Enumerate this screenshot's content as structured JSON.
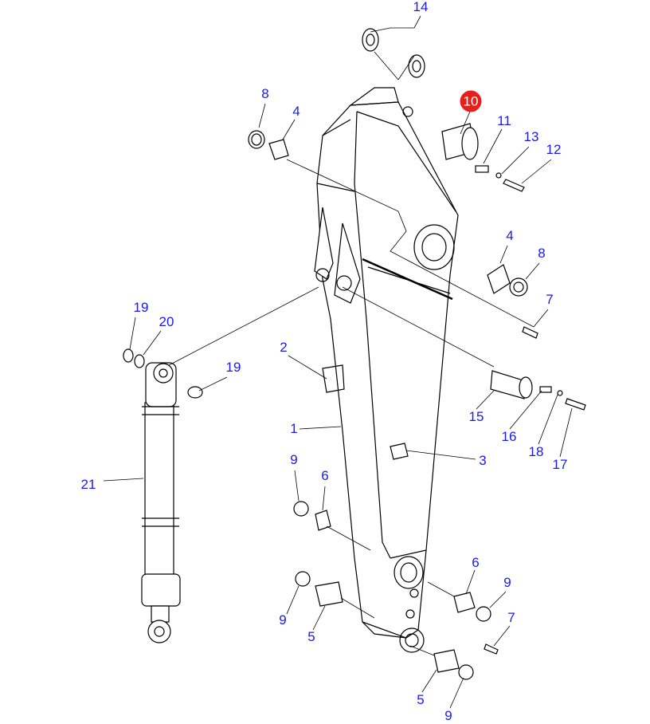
{
  "diagram": {
    "colors": {
      "label": "#1a1aee",
      "highlight": "#e8201c",
      "line": "#000000"
    },
    "highlighted_part": "10",
    "callouts": [
      {
        "id": "c14a",
        "text": "14"
      },
      {
        "id": "c8a",
        "text": "8"
      },
      {
        "id": "c4a",
        "text": "4"
      },
      {
        "id": "c10",
        "text": "10"
      },
      {
        "id": "c11",
        "text": "11"
      },
      {
        "id": "c13",
        "text": "13"
      },
      {
        "id": "c12",
        "text": "12"
      },
      {
        "id": "c4b",
        "text": "4"
      },
      {
        "id": "c8b",
        "text": "8"
      },
      {
        "id": "c7a",
        "text": "7"
      },
      {
        "id": "c19a",
        "text": "19"
      },
      {
        "id": "c20",
        "text": "20"
      },
      {
        "id": "c19b",
        "text": "19"
      },
      {
        "id": "c2",
        "text": "2"
      },
      {
        "id": "c1",
        "text": "1"
      },
      {
        "id": "c15",
        "text": "15"
      },
      {
        "id": "c16",
        "text": "16"
      },
      {
        "id": "c18",
        "text": "18"
      },
      {
        "id": "c17",
        "text": "17"
      },
      {
        "id": "c3",
        "text": "3"
      },
      {
        "id": "c21",
        "text": "21"
      },
      {
        "id": "c9a",
        "text": "9"
      },
      {
        "id": "c6a",
        "text": "6"
      },
      {
        "id": "c6b",
        "text": "6"
      },
      {
        "id": "c9b",
        "text": "9"
      },
      {
        "id": "c7b",
        "text": "7"
      },
      {
        "id": "c9c",
        "text": "9"
      },
      {
        "id": "c5a",
        "text": "5"
      },
      {
        "id": "c5b",
        "text": "5"
      },
      {
        "id": "c9d",
        "text": "9"
      }
    ]
  }
}
